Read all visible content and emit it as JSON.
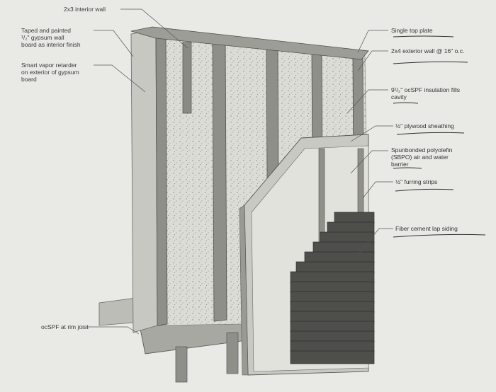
{
  "labels": {
    "interior_wall": "2x3 interior wall",
    "gypsum": "Taped and painted\n¹/₂\" gypsum wall\nboard as interior finish",
    "vapor_retarder": "Smart vapor retarder\non exterior of gypsum\nboard",
    "rim_joist": "ocSPF at rim joist",
    "top_plate": "Single top plate",
    "exterior_wall": "2x4 exterior wall @ 16\" o.c.",
    "insulation": "9¹/₂\" ocSPF insulation fills\ncavity",
    "plywood": "½\" plywood sheathing",
    "sbpo": "Spunbonded polyolefin\n(SBPO) air and water\nbarrier",
    "furring": "½\" furring strips",
    "siding": "Fiber cement lap siding"
  },
  "colors": {
    "background": "#e9e9e6",
    "lumber": "#8f8f8a",
    "insulation": "#d8d8d2",
    "siding": "#4e4e4b",
    "leader": "#555555"
  }
}
